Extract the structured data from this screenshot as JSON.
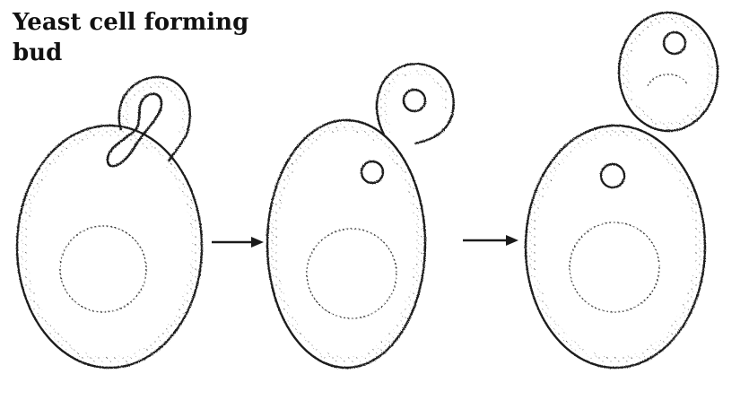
{
  "title": {
    "line1": "Yeast cell forming",
    "line2": "bud"
  },
  "colors": {
    "ink": "#1a1a1a",
    "background": "#ffffff"
  },
  "stages": [
    {
      "name": "stage-1",
      "description": "bud emerging, nucleus dividing into bud"
    },
    {
      "name": "stage-2",
      "description": "bud enlarged with its own nucleus"
    },
    {
      "name": "stage-3",
      "description": "daughter cell nearly separated"
    }
  ],
  "arrows": [
    "arrow-right-icon",
    "arrow-right-icon"
  ]
}
